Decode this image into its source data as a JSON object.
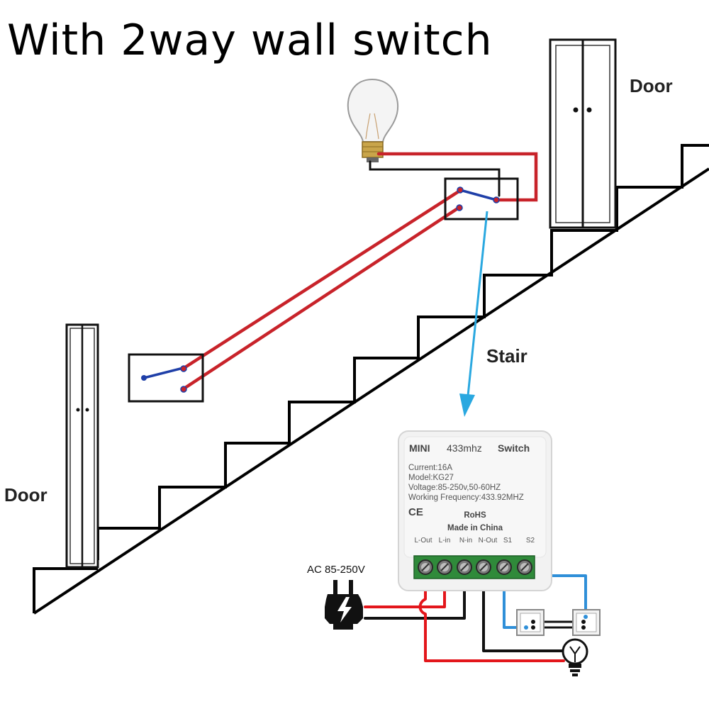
{
  "title": "With 2way wall switch",
  "labels": {
    "door_top": "Door",
    "door_left": "Door",
    "stair": "Stair",
    "ac": "AC 85-250V"
  },
  "module": {
    "name": "MINI",
    "freq": "433mhz",
    "type": "Switch",
    "current": "Current:16A",
    "model": "Model:KG27",
    "voltage": "Voltage:85-250v,50-60HZ",
    "working_freq": "Working Frequency:433.92MHZ",
    "ce": "CE",
    "rohs": "RoHS",
    "made_in": "Made in China",
    "terminals": [
      "L-Out",
      "L-in",
      "N-in",
      "N-Out",
      "S1",
      "S2"
    ]
  },
  "colors": {
    "live_wire": "#e3161b",
    "stair_live_wire": "#c8232a",
    "neutral_wire": "#111111",
    "switch_wire": "#2f8fd8",
    "pointer_arrow": "#2aa8e0",
    "terminal_block": "#2f8a3a"
  }
}
